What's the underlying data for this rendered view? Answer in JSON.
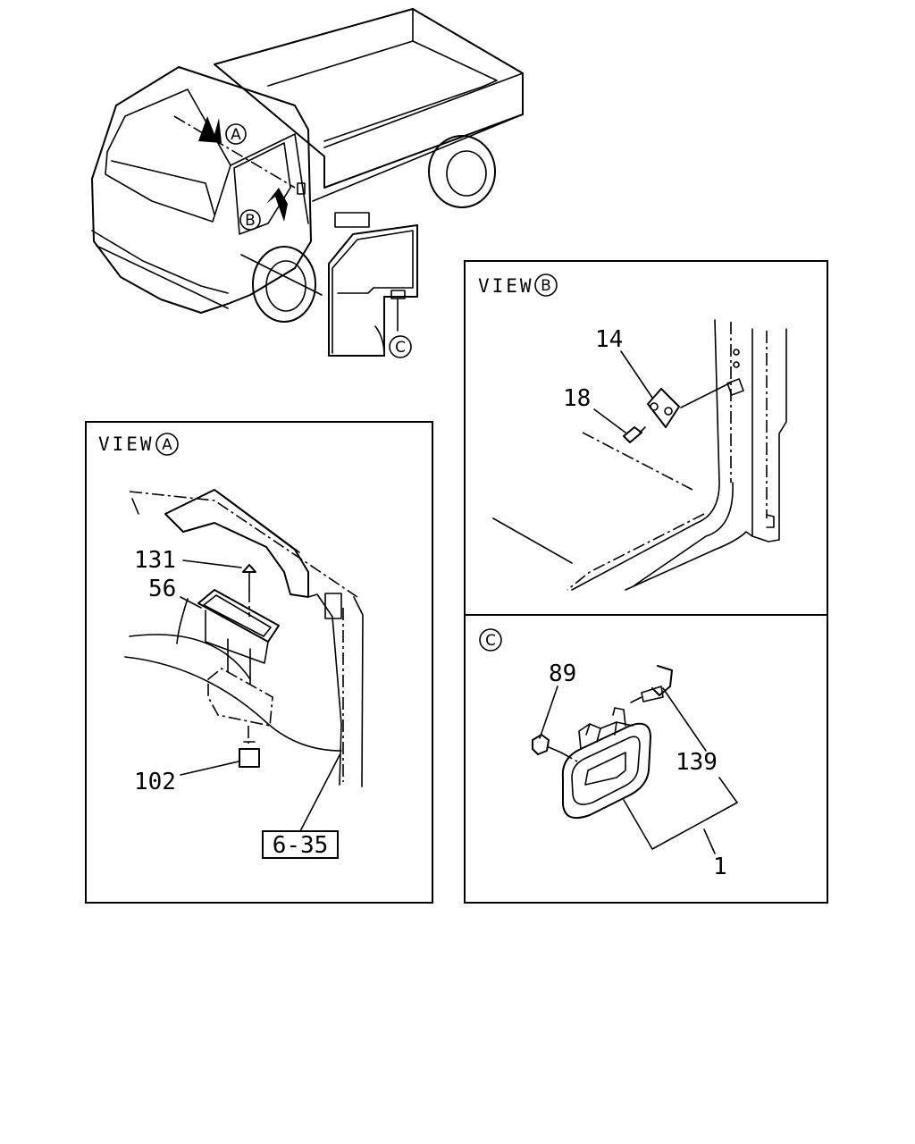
{
  "callouts": {
    "A": "A",
    "B": "B",
    "C": "C"
  },
  "view_a": {
    "title": "VIEW",
    "letter": "A",
    "parts": {
      "p131": "131",
      "p56": "56",
      "p102": "102"
    },
    "ref": "6-35"
  },
  "view_b": {
    "title": "VIEW",
    "letter": "B",
    "parts": {
      "p14": "14",
      "p18": "18"
    }
  },
  "view_c": {
    "letter": "C",
    "parts": {
      "p89": "89",
      "p139": "139",
      "p1": "1"
    }
  }
}
